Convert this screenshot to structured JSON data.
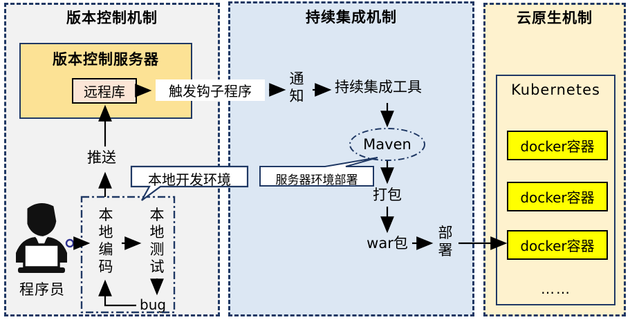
{
  "colors": {
    "navy": "#1F3864",
    "panel_left_bg": "#F2F2F2",
    "panel_mid_bg": "#DCE7F3",
    "panel_right_bg": "#FEF2CE",
    "vcs_box_bg": "#FCE295",
    "remote_box_bg": "#FBE5D6",
    "docker_bg": "#FFFF00"
  },
  "panels": {
    "version_control": {
      "title": "版本控制机制"
    },
    "ci": {
      "title": "持续集成机制"
    },
    "cloud_native": {
      "title": "云原生机制"
    }
  },
  "version_control": {
    "server_box": "版本控制服务器",
    "remote_repo": "远程库",
    "hook": "触发钩子程序",
    "push_label": "推送",
    "programmer": "程序员",
    "local_env_callout": "本地开发环境",
    "local_coding": "本地编码",
    "local_testing": "本地测试",
    "bug": "bug"
  },
  "ci": {
    "notify": "通知",
    "ci_tool": "持续集成工具",
    "maven": "Maven",
    "package": "打包",
    "war": "war包",
    "deploy": "部署",
    "server_env_callout": "服务器环境部署"
  },
  "cloud_native": {
    "kubernetes": "Kubernetes",
    "containers": [
      "docker容器",
      "docker容器",
      "docker容器"
    ],
    "ellipsis": "……"
  }
}
